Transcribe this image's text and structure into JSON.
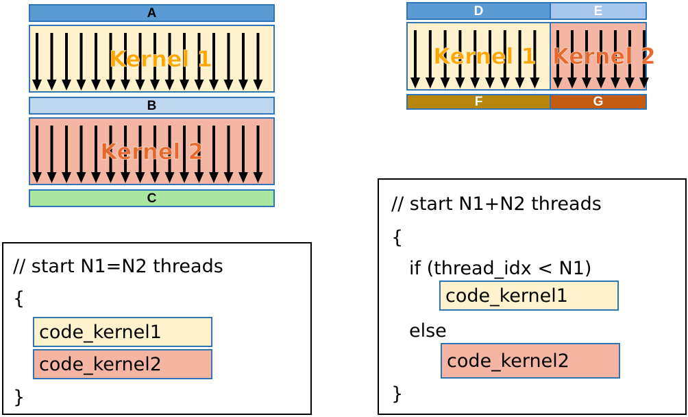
{
  "colors": {
    "border_blue": "#2E75B6",
    "bar_A": "#5B9BD5",
    "bar_B": "#BDD7EE",
    "bar_C": "#A9E6A0",
    "bar_D": "#5B9BD5",
    "bar_E": "#A7C6ED",
    "bar_F": "#B8860B",
    "bar_G": "#C55A11",
    "kernel1_fill": "#FFF2CC",
    "kernel2_fill": "#F4B6A3",
    "kernel1_label": "#FFA500",
    "kernel2_label": "#E8672B",
    "arrow": "#000000"
  },
  "left_diagram": {
    "bar_a": "A",
    "kernel1_label": "Kernel 1",
    "bar_b": "B",
    "kernel2_label": "Kernel 2",
    "bar_c": "C"
  },
  "right_diagram": {
    "bar_d": "D",
    "bar_e": "E",
    "kernel1_label": "Kernel 1",
    "kernel2_label": "Kernel 2",
    "bar_f": "F",
    "bar_g": "G"
  },
  "left_code": {
    "comment": "// start N1=N2 threads",
    "open_brace": "{",
    "line_kernel1": "code_kernel1",
    "line_kernel2": "code_kernel2",
    "close_brace": "}"
  },
  "right_code": {
    "comment": "// start N1+N2 threads",
    "open_brace": "{",
    "if_line": "if (thread_idx < N1)",
    "line_kernel1": "code_kernel1",
    "else_line": "else",
    "line_kernel2": "code_kernel2",
    "close_brace": "}"
  }
}
